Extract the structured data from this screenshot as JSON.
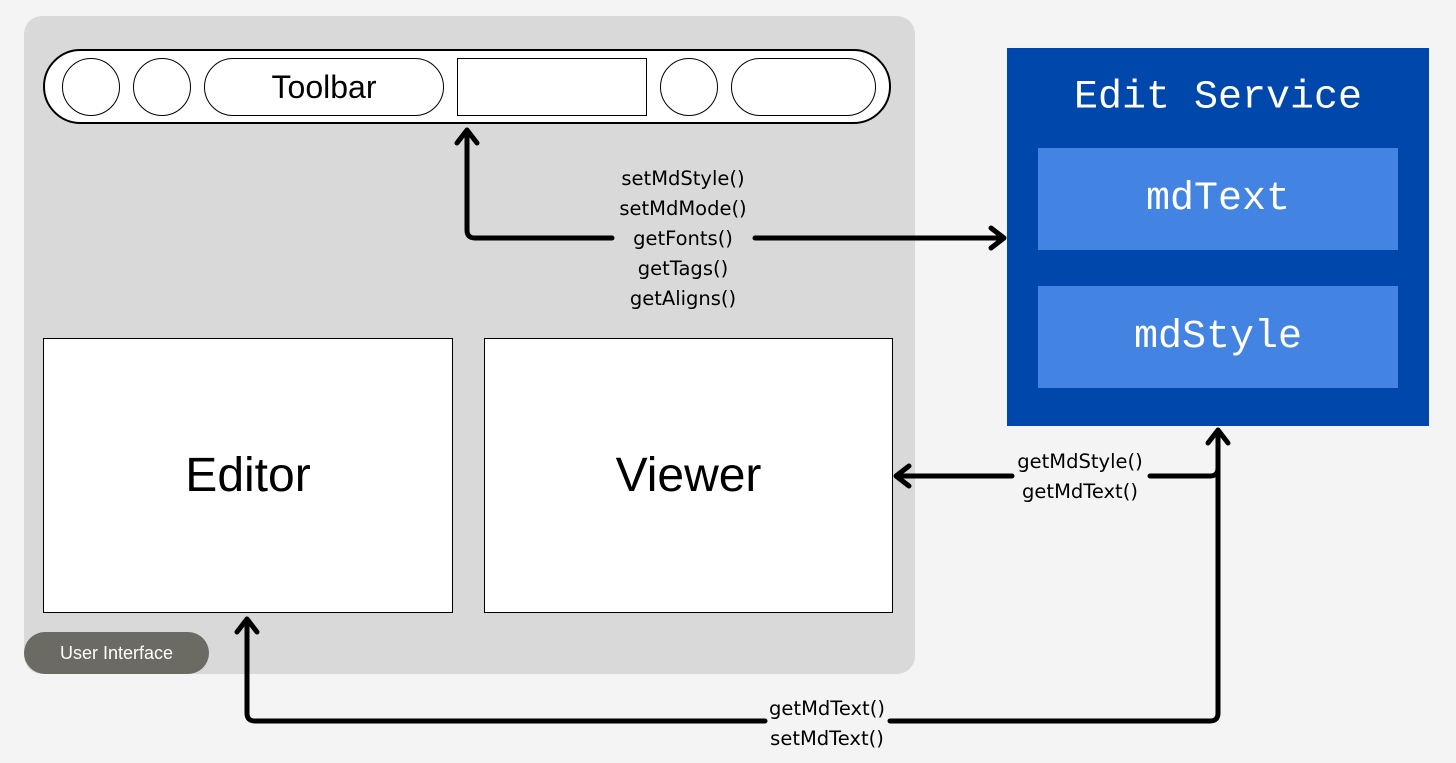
{
  "user_interface": {
    "label": "User Interface",
    "toolbar": {
      "label": "Toolbar"
    },
    "editor": {
      "label": "Editor"
    },
    "viewer": {
      "label": "Viewer"
    }
  },
  "edit_service": {
    "title": "Edit Service",
    "fields": [
      "mdText",
      "mdStyle"
    ]
  },
  "connections": {
    "toolbar_service": [
      "setMdStyle()",
      "setMdMode()",
      "getFonts()",
      "getTags()",
      "getAligns()"
    ],
    "viewer_service": [
      "getMdStyle()",
      "getMdText()"
    ],
    "editor_service": [
      "getMdText()",
      "setMdText()"
    ]
  },
  "colors": {
    "ui_panel": "#d9d9d9",
    "ui_badge": "#6b6b63",
    "service_bg": "#0047ab",
    "service_field": "#4384e3"
  }
}
